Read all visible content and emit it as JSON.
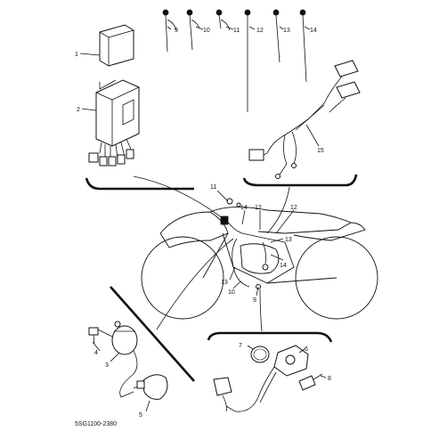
{
  "diagram_code": "5SG1100-2380",
  "callouts": {
    "c1": "1",
    "c2": "2",
    "c3": "3",
    "c4": "4",
    "c5": "5",
    "c6": "6",
    "c7": "7",
    "c8": "8",
    "c9_top": "9",
    "c10_top": "10",
    "c11_top": "11",
    "c12_top": "12",
    "c13_top": "13",
    "c14_top": "14",
    "c15": "15",
    "c11_mid": "11",
    "c14_mid": "14",
    "c12_mid_a": "12",
    "c12_mid_b": "12",
    "c13_mid": "13",
    "c14_mid_b": "14",
    "c13_low": "13",
    "c10_low": "10",
    "c9_low": "9"
  }
}
